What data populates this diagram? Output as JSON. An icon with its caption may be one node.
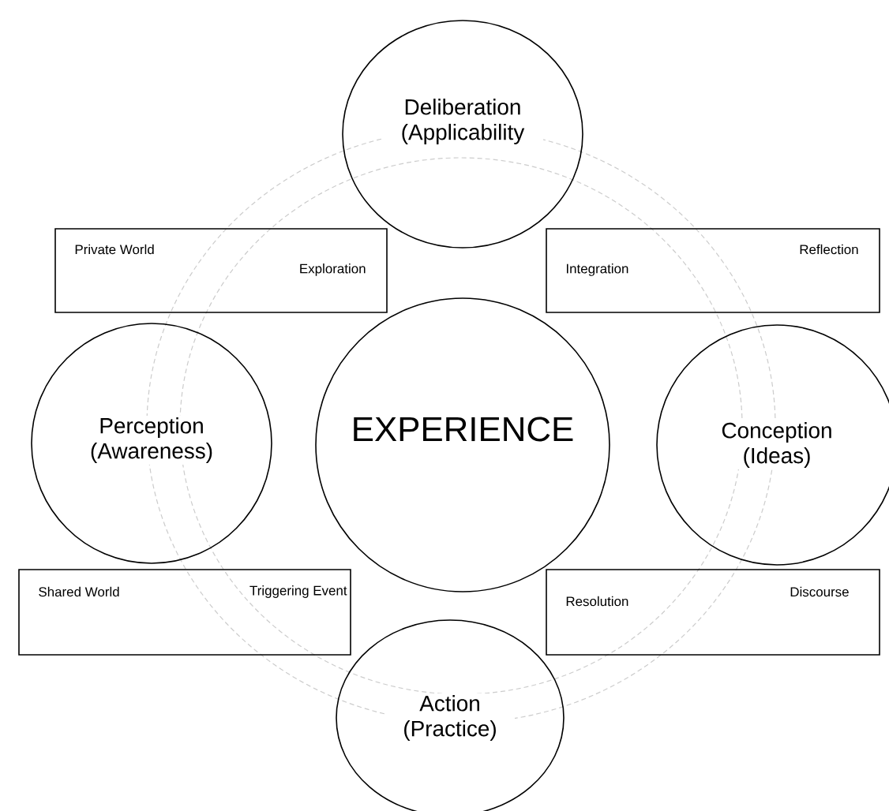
{
  "diagram": {
    "nodes": [
      {
        "text": [
          "Deliberation (Applicability"
        ]
      },
      {
        "text": [
          "Private World",
          "Exploration"
        ]
      },
      {
        "text": [
          "Reflection",
          "Integration"
        ]
      },
      {
        "text": [
          "Perception (Awareness)"
        ]
      },
      {
        "text": [
          "EXPERIENCE"
        ]
      },
      {
        "text": [
          "Conception (Ideas)"
        ]
      },
      {
        "text": [
          "Shared World",
          "Triggering Event"
        ]
      },
      {
        "text": [
          "Resolution",
          "Discourse"
        ]
      },
      {
        "text": [
          "Action (Practice)"
        ]
      }
    ]
  }
}
